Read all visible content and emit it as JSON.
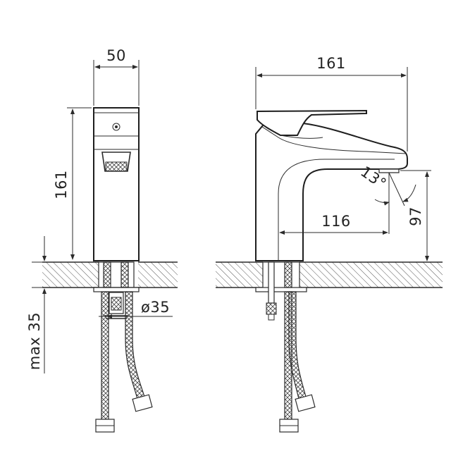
{
  "drawing": {
    "front_width": "50",
    "front_height": "161",
    "side_length": "161",
    "spout_reach": "116",
    "spout_height": "97",
    "spout_angle": "13°",
    "hole_diameter": "ø35",
    "max_thickness": "max 35"
  },
  "colors": {
    "line": "#2b2b2b",
    "background": "#ffffff"
  }
}
